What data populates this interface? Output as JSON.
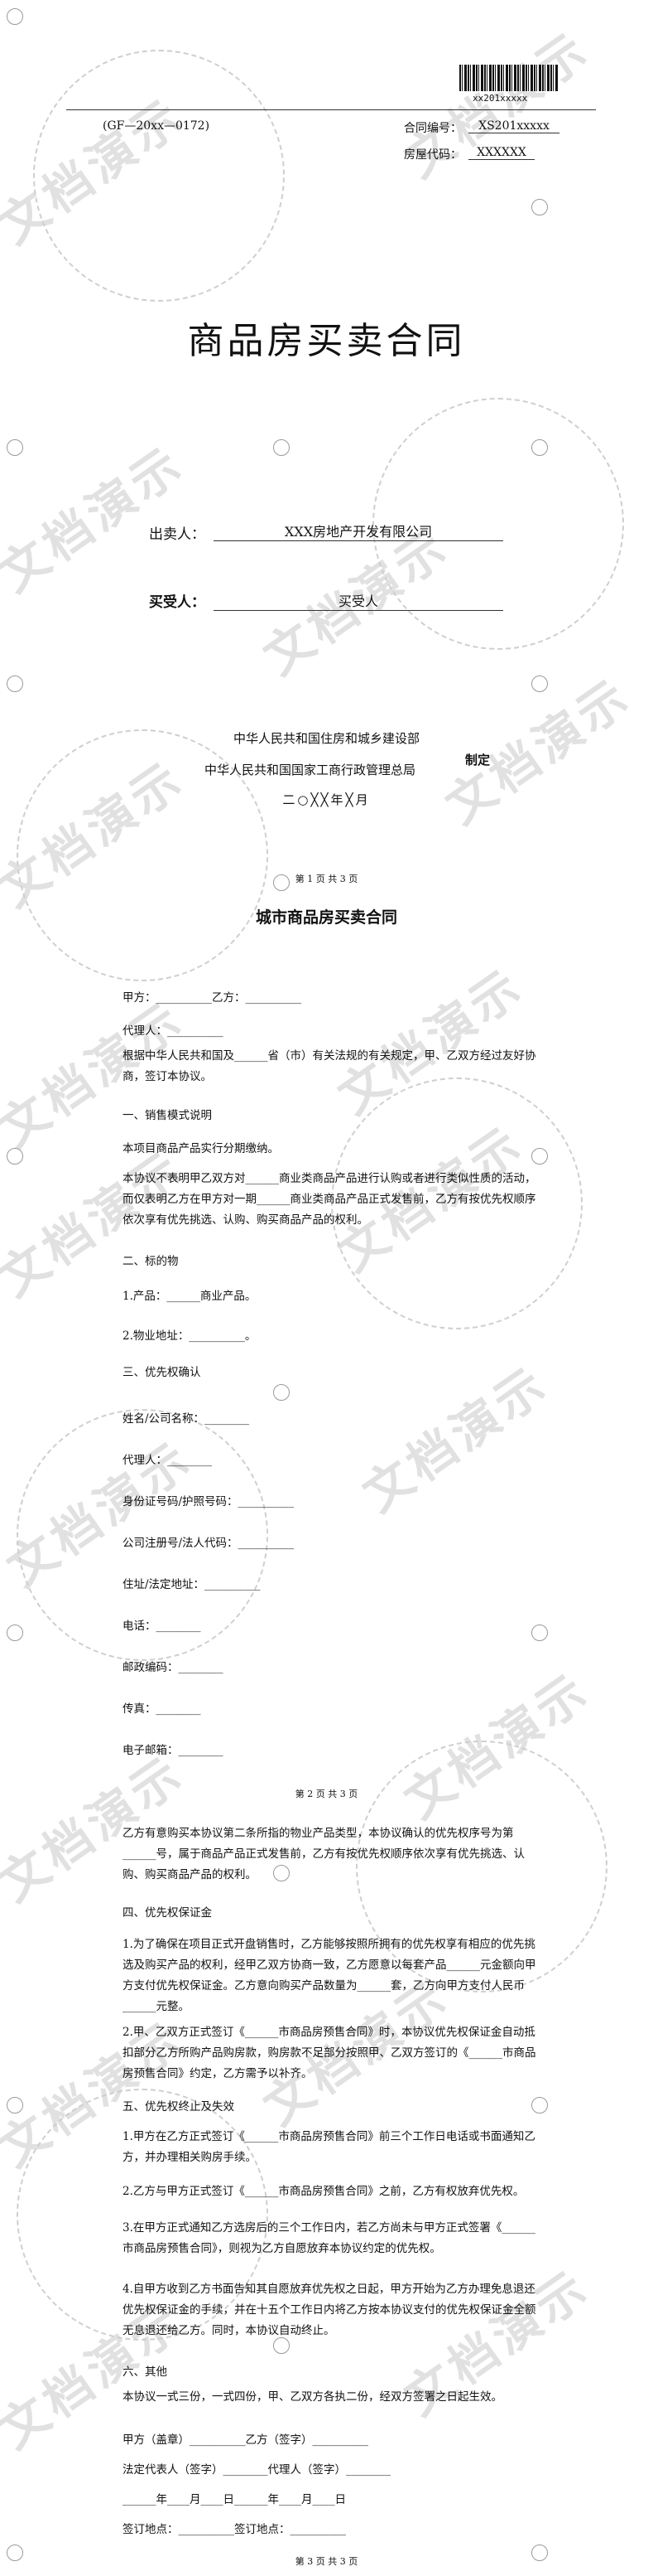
{
  "header": {
    "barcode_number": "xx201xxxxx",
    "edition_code": "(GF—20xx—0172)",
    "contract_no_label": "合同编号：",
    "contract_no_value": "XS201xxxxx",
    "house_code_label": "房屋代码：",
    "house_code_value": "XXXXXX"
  },
  "cover": {
    "title": "商品房买卖合同",
    "seller_label": "出卖人：",
    "seller_value": "XXX房地产开发有限公司",
    "buyer_label": "买受人：",
    "buyer_value": "买受人",
    "agency_1": "中华人民共和国住房和城乡建设部",
    "agency_2": "中华人民共和国国家工商行政管理总局",
    "agency_suffix": "制定",
    "agency_date": "二○╳╳年╳月",
    "page_1": "第 1 页 共 3 页"
  },
  "contract": {
    "title": "城市商品房买卖合同",
    "party_a_line": "甲方：__________乙方：__________",
    "agent_line": "代理人：__________",
    "intro": "根据中华人民共和国及______省（市）有关法规的有关规定，甲、乙双方经过友好协商，签订本协议。",
    "s1_title": "一、销售模式说明",
    "s1_p1": "本项目商品产品实行分期缴纳。",
    "s1_p2": "本协议不表明甲乙双方对______商业类商品产品进行认购或者进行类似性质的活动，而仅表明乙方在甲方对一期______商业类商品产品正式发售前，乙方有按优先权顺序依次享有优先挑选、认购、购买商品产品的权利。",
    "s2_title": "二、标的物",
    "s2_1": "1.产品：______商业产品。",
    "s2_2": "2.物业地址：__________。",
    "s3_title": "三、优先权确认",
    "f_name": "姓名/公司名称：________",
    "f_agent": "代理人：________",
    "f_id": "身份证号码/护照号码：__________",
    "f_reg": "公司注册号/法人代码：__________",
    "f_addr": "住址/法定地址：__________",
    "f_tel": "电话：________",
    "f_zip": "邮政编码：________",
    "f_fax": "传真：________",
    "f_email": "电子邮箱：________",
    "page_2": "第 2 页 共 3 页",
    "p3_intro": "乙方有意购买本协议第二条所指的物业产品类型，本协议确认的优先权序号为第______号，属于商品产品正式发售前，乙方有按优先权顺序依次享有优先挑选、认购、购买商品产品的权利。",
    "s4_title": "四、优先权保证金",
    "s4_1": "1.为了确保在项目正式开盘销售时，乙方能够按照所拥有的优先权享有相应的优先挑选及购买产品的权利，经甲乙双方协商一致，乙方愿意以每套产品______元金额向甲方支付优先权保证金。乙方意向购买产品数量为______套，乙方向甲方支付人民币______元整。",
    "s4_2": "2.甲、乙双方正式签订《______市商品房预售合同》时，本协议优先权保证金自动抵扣部分乙方所购产品购房款，购房款不足部分按照甲、乙双方签订的《______市商品房预售合同》约定，乙方需予以补齐。",
    "s5_title": "五、优先权终止及失效",
    "s5_1": "1.甲方在乙方正式签订《______市商品房预售合同》前三个工作日电话或书面通知乙方，并办理相关购房手续。",
    "s5_2": "2.乙方与甲方正式签订《______市商品房预售合同》之前，乙方有权放弃优先权。",
    "s5_3": "3.在甲方正式通知乙方选房后的三个工作日内，若乙方尚未与甲方正式签署《______市商品房预售合同》，则视为乙方自愿放弃本协议约定的优先权。",
    "s5_4": "4.自甲方收到乙方书面告知其自愿放弃优先权之日起，甲方开始为乙方办理免息退还优先权保证金的手续，并在十五个工作日内将乙方按本协议支付的优先权保证金全额无息退还给乙方。同时，本协议自动终止。",
    "s6_title": "六、其他",
    "s6_1": "本协议一式三份，一式四份，甲、乙双方各执二份，经双方签署之日起生效。",
    "sig_1": "甲方（盖章）__________乙方（签字）__________",
    "sig_2": "法定代表人（签字）________代理人（签字）________",
    "sig_3": "______年____月____日______年____月____日",
    "sig_4": "签订地点：__________签订地点：__________",
    "page_3": "第 3 页 共 3 页"
  },
  "watermark": {
    "text": "文档演示",
    "color": "#c9c9c9"
  }
}
